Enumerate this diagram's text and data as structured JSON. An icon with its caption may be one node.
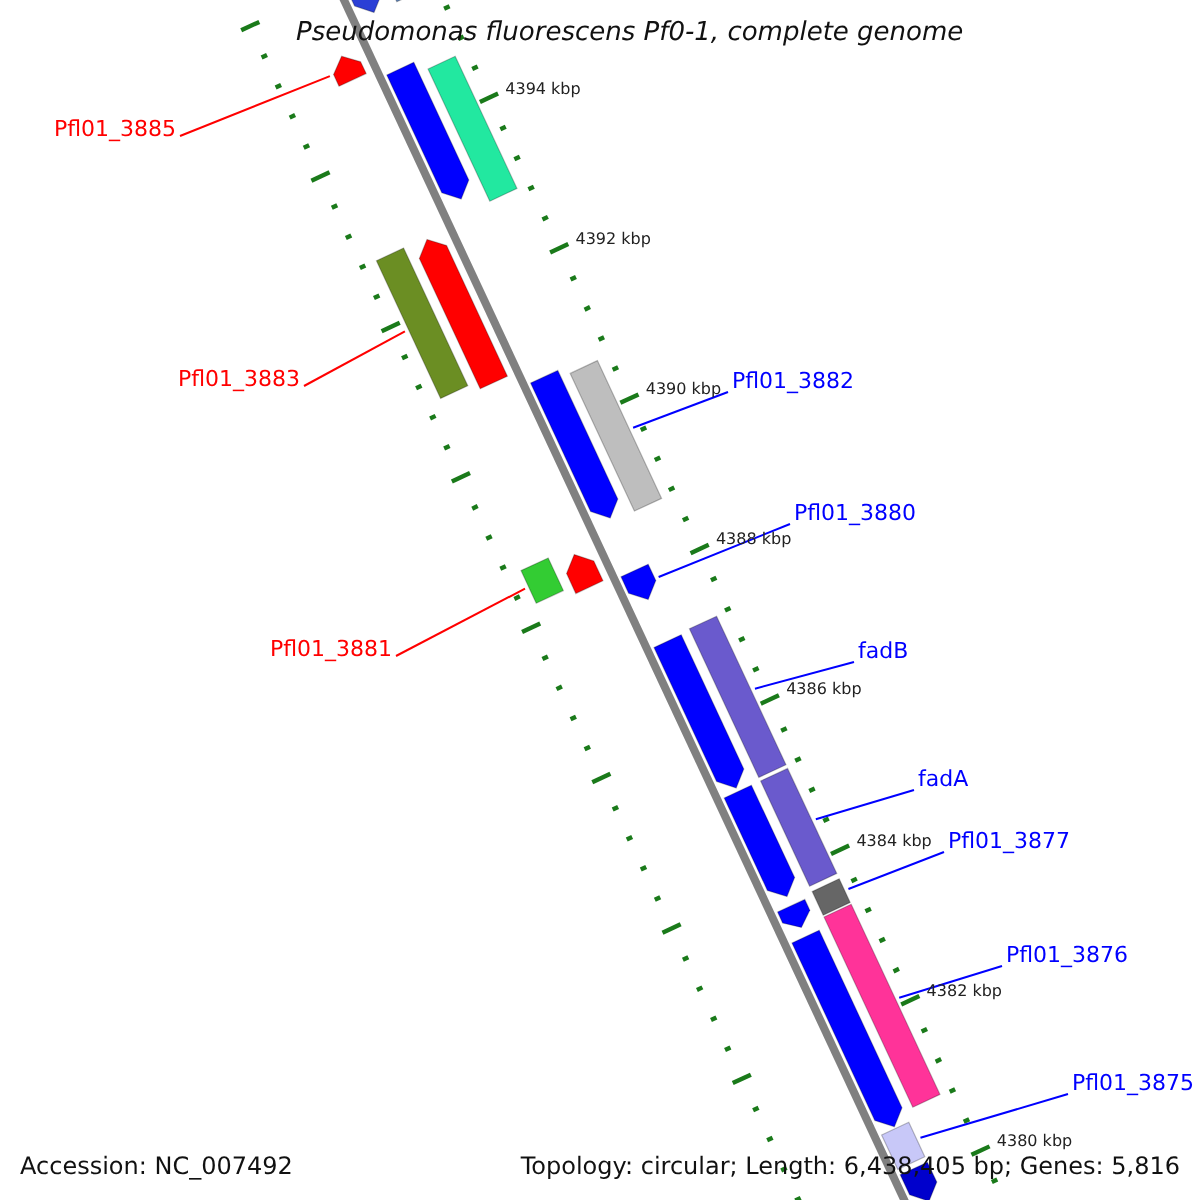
{
  "diagram": {
    "title": "Pseudomonas fluorescens Pf0-1, complete genome",
    "nodes": [
      {
        "text": [
          "Pfl01_3885"
        ]
      },
      {
        "text": [],
        "shape": "bar"
      },
      {
        "text": [
          "Pfl01_3883"
        ]
      },
      {
        "text": [],
        "shape": "bar"
      },
      {
        "text": [
          "Pfl01_3882"
        ]
      },
      {
        "text": [],
        "shape": "bar"
      },
      {
        "text": [
          "Pfl01_3880"
        ]
      },
      {
        "text": [],
        "shape": "bar"
      },
      {
        "text": [
          "Pfl01_3881"
        ]
      },
      {
        "text": [],
        "shape": "bar"
      },
      {
        "text": [
          "fadB"
        ]
      },
      {
        "text": [],
        "shape": "bar"
      },
      {
        "text": [
          "fadA"
        ]
      },
      {
        "text": [],
        "shape": "bar"
      },
      {
        "text": [
          "Pfl01_3877"
        ]
      },
      {
        "text": [],
        "shape": "bar"
      },
      {
        "text": [
          "Pfl01_3876"
        ]
      },
      {
        "text": [],
        "shape": "bar"
      },
      {
        "text": [
          "Pfl01_3875"
        ]
      },
      {
        "text": [],
        "shape": "bar"
      },
      {
        "text": [],
        "shape": "bar"
      },
      {
        "text": [],
        "shape": "bar"
      },
      {
        "text": [],
        "shape": "bar"
      },
      {
        "text": [],
        "shape": "bar"
      },
      {
        "text": [],
        "shape": "bar"
      },
      {
        "text": [],
        "shape": "bar"
      },
      {
        "text": [],
        "shape": "bar"
      },
      {
        "text": [],
        "shape": "bar"
      },
      {
        "text": [],
        "shape": "bar"
      },
      {
        "text": [],
        "shape": "bar"
      },
      {
        "text": [],
        "shape": "bar"
      },
      {
        "text": [],
        "shape": "bar"
      }
    ],
    "edges": [
      {
        "from": 0,
        "to": 1,
        "arrow": "none",
        "color": "#ff0000"
      },
      {
        "from": 2,
        "to": 3,
        "arrow": "none",
        "color": "#ff0000"
      },
      {
        "from": 4,
        "to": 5,
        "arrow": "none"
      },
      {
        "from": 6,
        "to": 7,
        "arrow": "none"
      },
      {
        "from": 8,
        "to": 9,
        "arrow": "none",
        "color": "#ff0000"
      },
      {
        "from": 10,
        "to": 11,
        "arrow": "none"
      },
      {
        "from": 12,
        "to": 13,
        "arrow": "none"
      },
      {
        "from": 14,
        "to": 15,
        "arrow": "none"
      },
      {
        "from": 16,
        "to": 17,
        "arrow": "none"
      },
      {
        "from": 18,
        "to": 19,
        "arrow": "none"
      }
    ],
    "labels": [
      "4394 kbp",
      "4392 kbp",
      "4390 kbp",
      "4388 kbp",
      "4386 kbp",
      "4384 kbp",
      "4382 kbp",
      "4380 kbp",
      "Accession: NC_007492",
      "Topology: circular; Length: 6,438,405 bp; Genes: 5,816"
    ]
  }
}
